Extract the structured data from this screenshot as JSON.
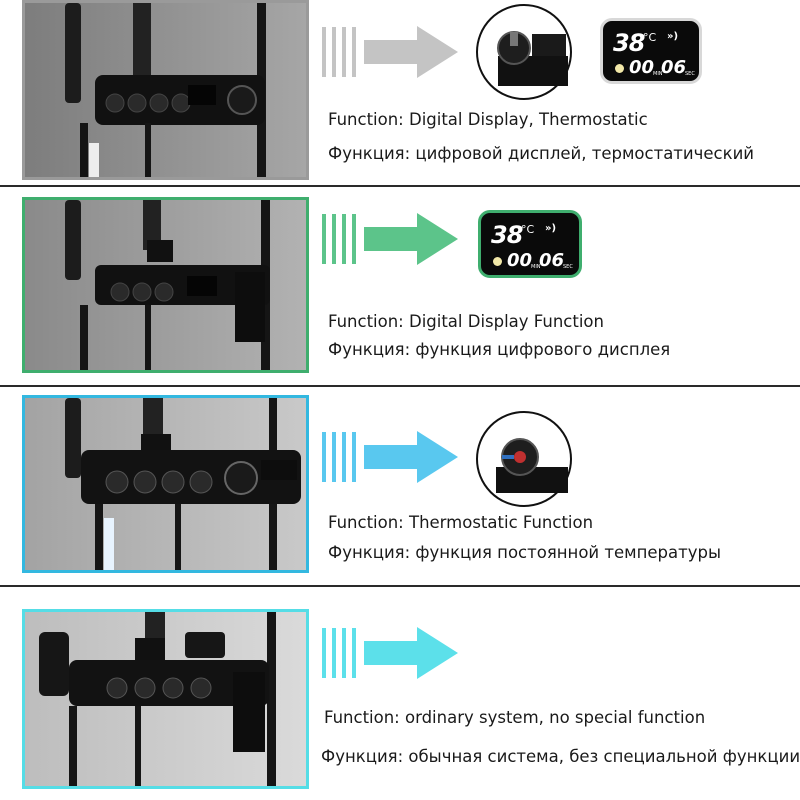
{
  "colors": {
    "row1_border": "#9a9a9a",
    "row1_arrow": "#c4c4c4",
    "row2_border": "#3fae6e",
    "row2_arrow": "#5cc48a",
    "row3_border": "#33b8e0",
    "row3_arrow": "#59c8ef",
    "row4_border": "#55dde6",
    "row4_arrow": "#5ce0ea"
  },
  "rows": [
    {
      "function_en": "Function: Digital Display, Thermostatic",
      "function_ru": "Функция: цифровой дисплей, термостатический",
      "display": {
        "temp": "38",
        "unit": "°C",
        "waves": "»)",
        "time_min": "00",
        "time_sec": "06",
        "min_label": "MIN",
        "sec_label": "SEC"
      },
      "closeup_icon": "thermostat-knob-icon"
    },
    {
      "function_en": "Function: Digital Display Function",
      "function_ru": "Функция: функция цифрового дисплея",
      "display": {
        "temp": "38",
        "unit": "°C",
        "waves": "»)",
        "time_min": "00",
        "time_sec": "06",
        "min_label": "MIN",
        "sec_label": "SEC"
      }
    },
    {
      "function_en": "Function: Thermostatic Function",
      "function_ru": "Функция: функция постоянной температуры",
      "closeup_icon": "thermostat-knob-icon"
    },
    {
      "function_en": "Function: ordinary system, no special function",
      "function_ru": "Функция: обычная система, без специальной функции"
    }
  ]
}
